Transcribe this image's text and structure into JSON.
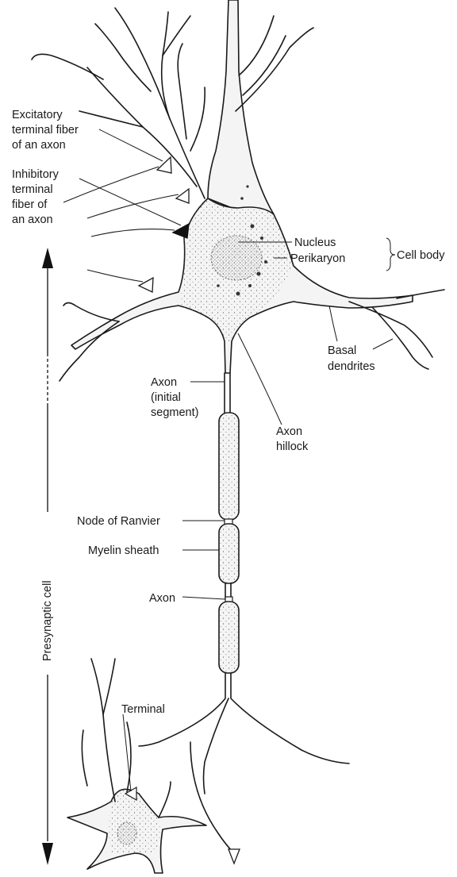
{
  "labels": {
    "excitatory": [
      "Excitatory",
      "terminal fiber",
      "of an axon"
    ],
    "inhibitory": [
      "Inhibitory",
      "terminal",
      "fiber of",
      "an axon"
    ],
    "nucleus": "Nucleus",
    "perikaryon": "Perikaryon",
    "cell_body": "Cell body",
    "basal_dendrites": [
      "Basal",
      "dendrites"
    ],
    "axon_initial": [
      "Axon",
      "(initial",
      "segment)"
    ],
    "axon_hillock": [
      "Axon",
      "hillock"
    ],
    "node_of_ranvier": "Node of Ranvier",
    "myelin_sheath": "Myelin sheath",
    "axon": "Axon",
    "terminal": "Terminal",
    "presynaptic_cell": "Presynaptic cell"
  }
}
